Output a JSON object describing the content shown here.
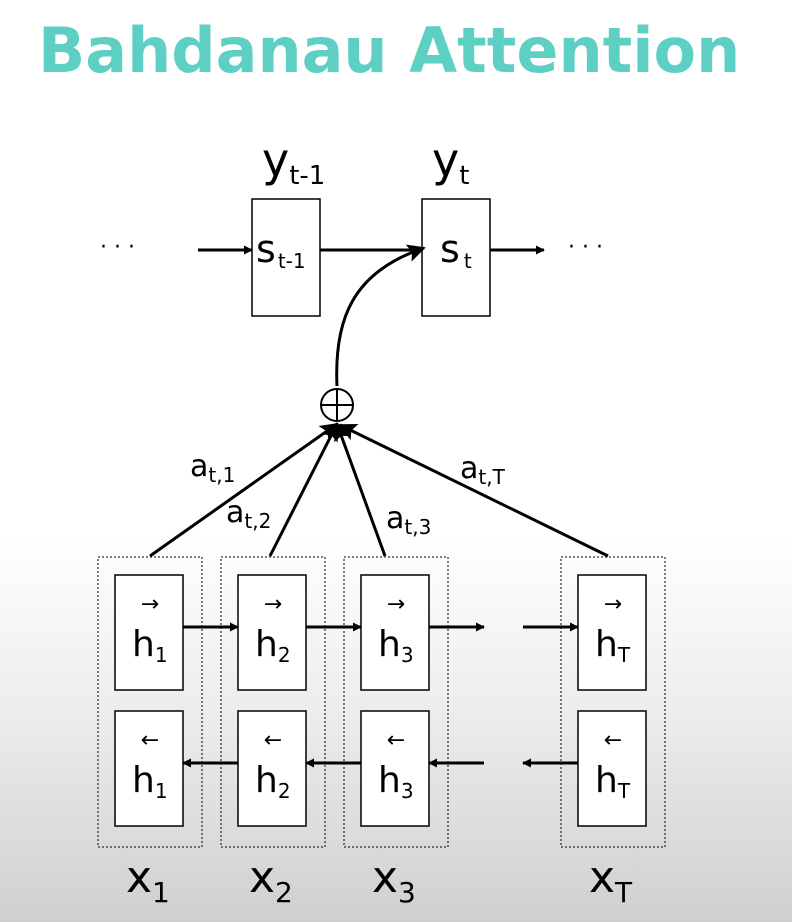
{
  "title": "Bahdanau Attention",
  "colors": {
    "title": "#5ecfc3",
    "ink": "#000000"
  },
  "ellipsis": "·   ·   ·",
  "outputs": {
    "prev": {
      "base": "y",
      "sub": "t-1"
    },
    "cur": {
      "base": "y",
      "sub": "t"
    }
  },
  "states": {
    "prev": {
      "base": "s",
      "sub": "t-1"
    },
    "cur": {
      "base": "s",
      "sub": "t"
    }
  },
  "sum_symbol": "⊕",
  "weights": [
    {
      "base": "a",
      "sub": "t,1"
    },
    {
      "base": "a",
      "sub": "t,2"
    },
    {
      "base": "a",
      "sub": "t,3"
    },
    {
      "base": "a",
      "sub": "t,T"
    }
  ],
  "forward_arrow": "→",
  "backward_arrow": "←",
  "hidden_base": "h",
  "columns": [
    {
      "h_sub": "1",
      "x_base": "x",
      "x_sub": "1"
    },
    {
      "h_sub": "2",
      "x_base": "x",
      "x_sub": "2"
    },
    {
      "h_sub": "3",
      "x_base": "x",
      "x_sub": "3"
    },
    {
      "h_sub": "T",
      "x_base": "x",
      "x_sub": "T"
    }
  ]
}
